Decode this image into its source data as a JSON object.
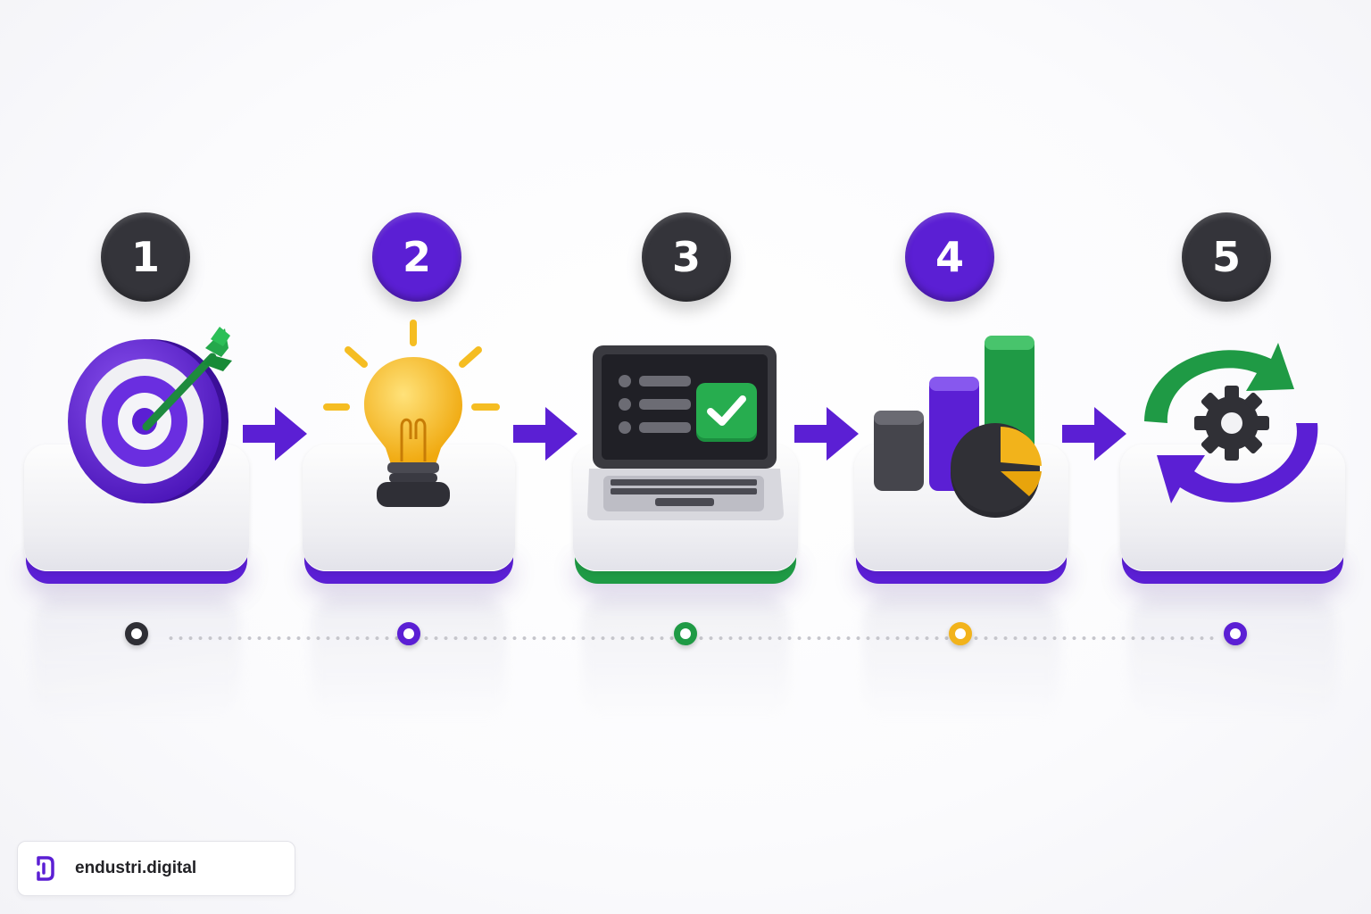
{
  "colors": {
    "purple": "#5b1fd4",
    "dark": "#34343a",
    "green": "#1f9a45",
    "yellow": "#f2b31b",
    "platform": "#f4f4f6"
  },
  "steps": [
    {
      "number": "1",
      "badge_color": "#34343a",
      "platform_accent": "#5b1fd4",
      "marker_color": "#2f2f35",
      "icon": "target-icon"
    },
    {
      "number": "2",
      "badge_color": "#5b1fd4",
      "platform_accent": "#5b1fd4",
      "marker_color": "#5b1fd4",
      "icon": "lightbulb-icon"
    },
    {
      "number": "3",
      "badge_color": "#34343a",
      "platform_accent": "#1f9a45",
      "marker_color": "#1f9a45",
      "icon": "laptop-checklist-icon"
    },
    {
      "number": "4",
      "badge_color": "#5b1fd4",
      "platform_accent": "#5b1fd4",
      "marker_color": "#f2b31b",
      "icon": "bar-pie-chart-icon"
    },
    {
      "number": "5",
      "badge_color": "#34343a",
      "platform_accent": "#5b1fd4",
      "marker_color": "#5b1fd4",
      "icon": "cycle-gear-icon"
    }
  ],
  "brand": {
    "name": "endustri.digital",
    "logo_color": "#5b1fd4"
  }
}
